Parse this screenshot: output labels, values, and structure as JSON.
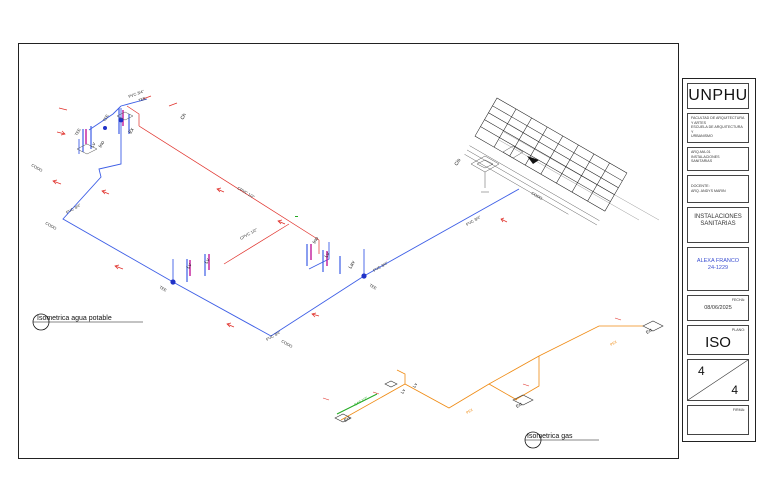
{
  "drawing": {
    "label_potable": "Isometrica agua potable",
    "label_gas": "Isometrica gas"
  },
  "title_block": {
    "university": "UNPHU",
    "faculty_lines": [
      "FACULTAD DE ARQUITECTURA",
      "Y ARTES",
      "ESCUELA DE ARQUITECTURA Y",
      "URBANISMO"
    ],
    "course_lines": [
      "ARQ-MA-01",
      "INSTALACIONES",
      "SANITARIAS"
    ],
    "teacher_lines": [
      "DOCENTE:",
      "ARQ. ANDYS MARIN"
    ],
    "subject_lines": [
      "INSTALACIONES",
      "SANITARIAS"
    ],
    "student_lines": [
      "ALEXA FRANCO",
      "24-1229"
    ],
    "fecha_label": "FECHA:",
    "fecha": "08/06/2025",
    "plano_label": "PLANO:",
    "plano": "ISO",
    "sheet_number": "4",
    "sheet_total": "4",
    "firma_label": "FIRMA:"
  },
  "colors": {
    "cold_water": "#3d5ee6",
    "hot_water": "#e0302a",
    "gas": "#ef8a12",
    "flow_arrow": "#e0302a",
    "gas_meter": "#22aa22",
    "student_text": "#3b4fd1"
  }
}
